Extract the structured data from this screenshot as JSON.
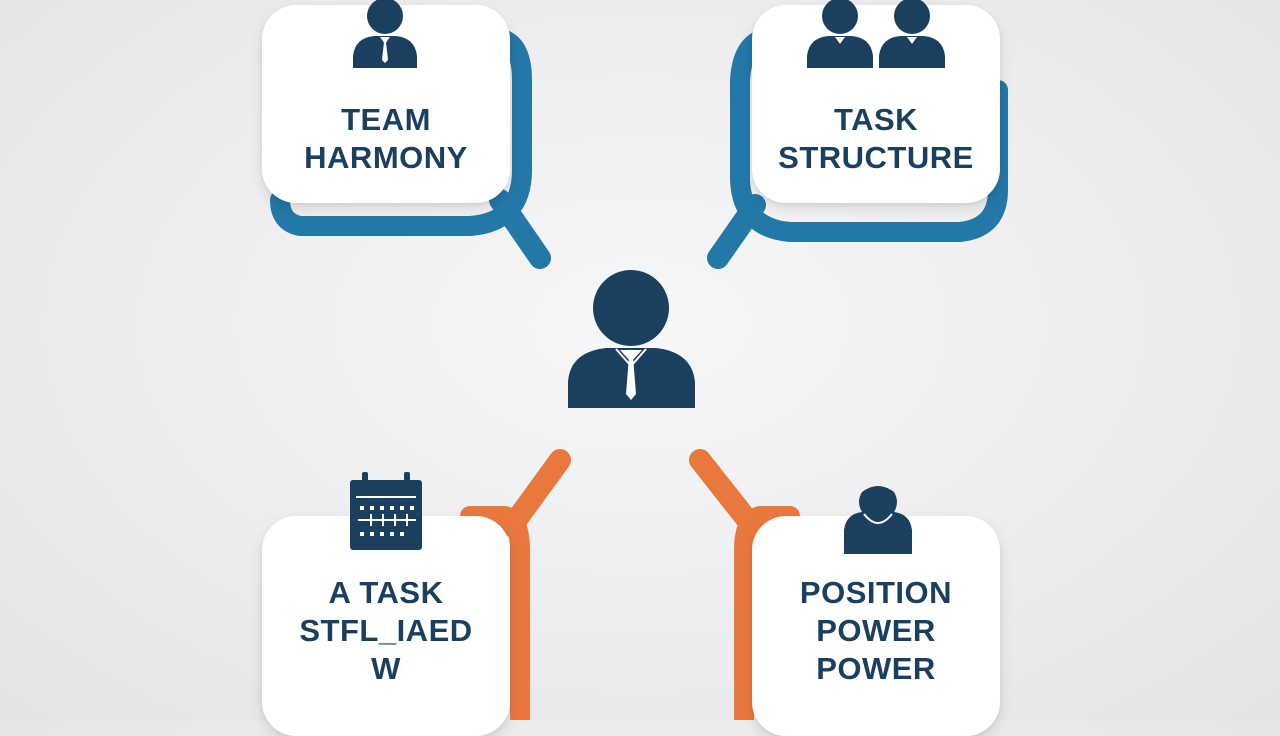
{
  "colors": {
    "blue_connector": "#2478a8",
    "orange_connector": "#e9783f",
    "icon_navy": "#1b3f5e"
  },
  "nodes": {
    "top_left": {
      "lines": [
        "TEAM",
        "HARMONY"
      ],
      "icon": "user-icon"
    },
    "top_right": {
      "lines": [
        "TASK",
        "STRUCTURE"
      ],
      "icon": "group-icon"
    },
    "bottom_left": {
      "lines": [
        "A TASK",
        "STFL_IAED",
        "W"
      ],
      "icon": "calendar-icon"
    },
    "bottom_right": {
      "lines": [
        "POSITION",
        "POWER",
        "POWER"
      ],
      "icon": "person-bust-icon"
    },
    "center": {
      "icon": "leader-icon"
    }
  }
}
